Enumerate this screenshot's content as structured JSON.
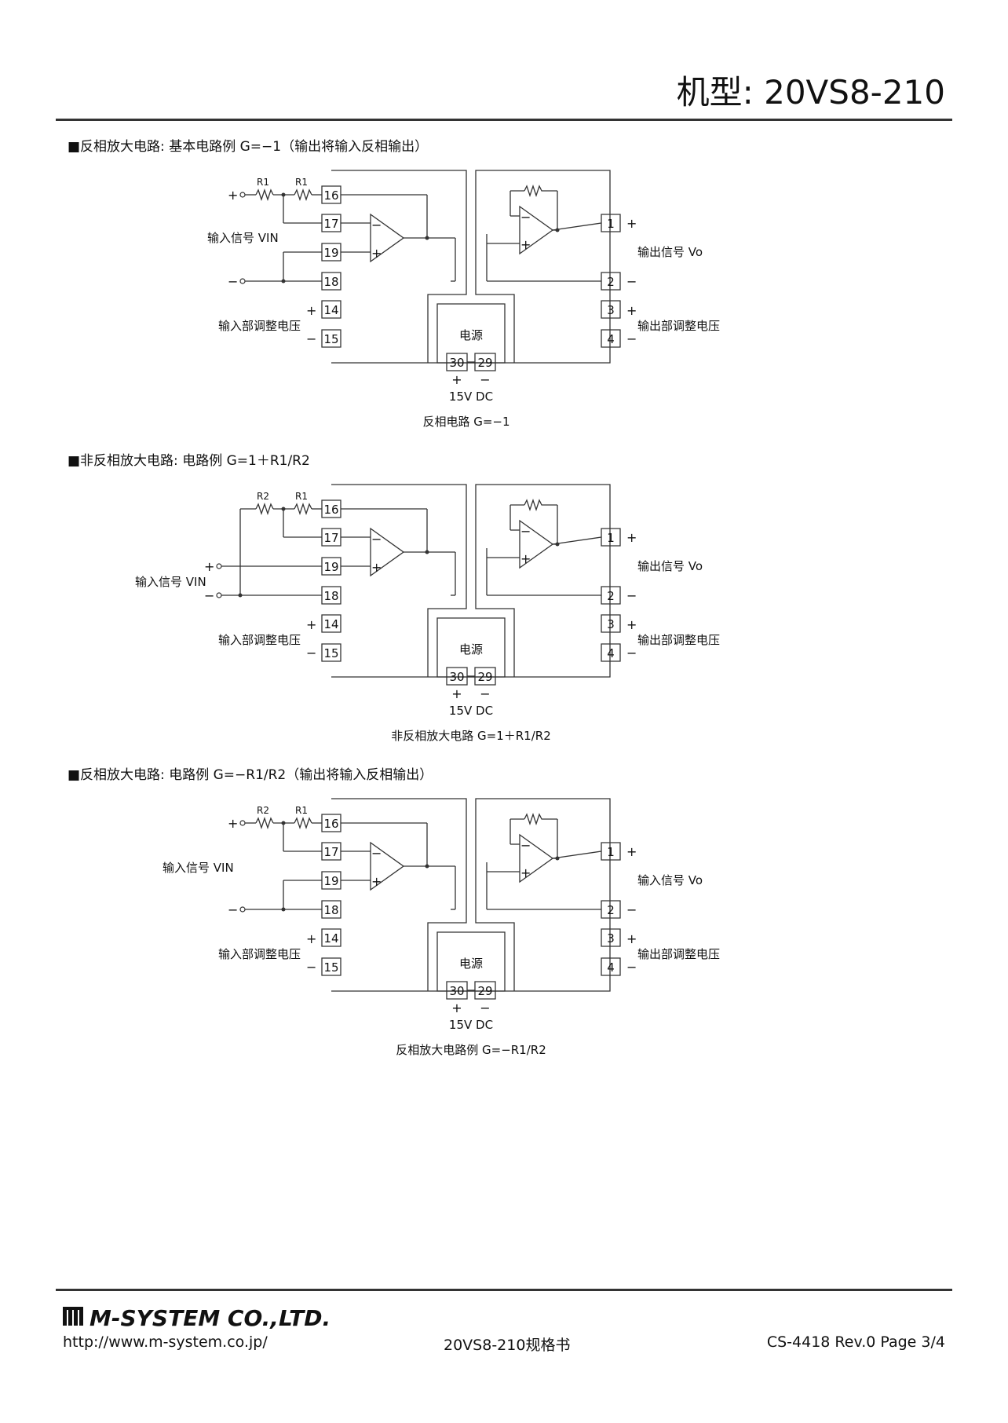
{
  "header": {
    "model": "机型: 20VS8-210"
  },
  "diagrams": [
    {
      "heading": "■反相放大电路: 基本电路例 G=−1（输出将输入反相输出）",
      "caption": "反相电路 G=−1",
      "resistors": [
        "R1",
        "R1"
      ],
      "input_label": "输入信号 VIN",
      "output_label": "输出信号 Vo"
    },
    {
      "heading": "■非反相放大电路: 电路例 G=1＋R1/R2",
      "caption": "非反相放大电路 G=1＋R1/R2",
      "resistors": [
        "R2",
        "R1"
      ],
      "input_label": "输入信号 VIN",
      "output_label": "输出信号 Vo"
    },
    {
      "heading": "■反相放大电路: 电路例 G=−R1/R2（输出将输入反相输出）",
      "caption": "反相放大电路例 G=−R1/R2",
      "resistors": [
        "R2",
        "R1"
      ],
      "input_label": "输入信号 VIN",
      "output_label": "输入信号 Vo"
    }
  ],
  "common": {
    "pins_left": [
      "16",
      "17",
      "19",
      "18",
      "14",
      "15"
    ],
    "pins_right": [
      "1",
      "2",
      "3",
      "4"
    ],
    "pins_power": [
      "30",
      "29"
    ],
    "power_label": "电源",
    "power_spec": "15V DC",
    "input_adjust": "输入部调整电压",
    "output_adjust": "输出部调整电压",
    "plus": "+",
    "minus": "−"
  },
  "footer": {
    "logo": "M-SYSTEM CO.,LTD.",
    "url": "http://www.m-system.co.jp/",
    "doc": "20VS8-210规格书",
    "page": "CS-4418 Rev.0   Page 3/4"
  }
}
